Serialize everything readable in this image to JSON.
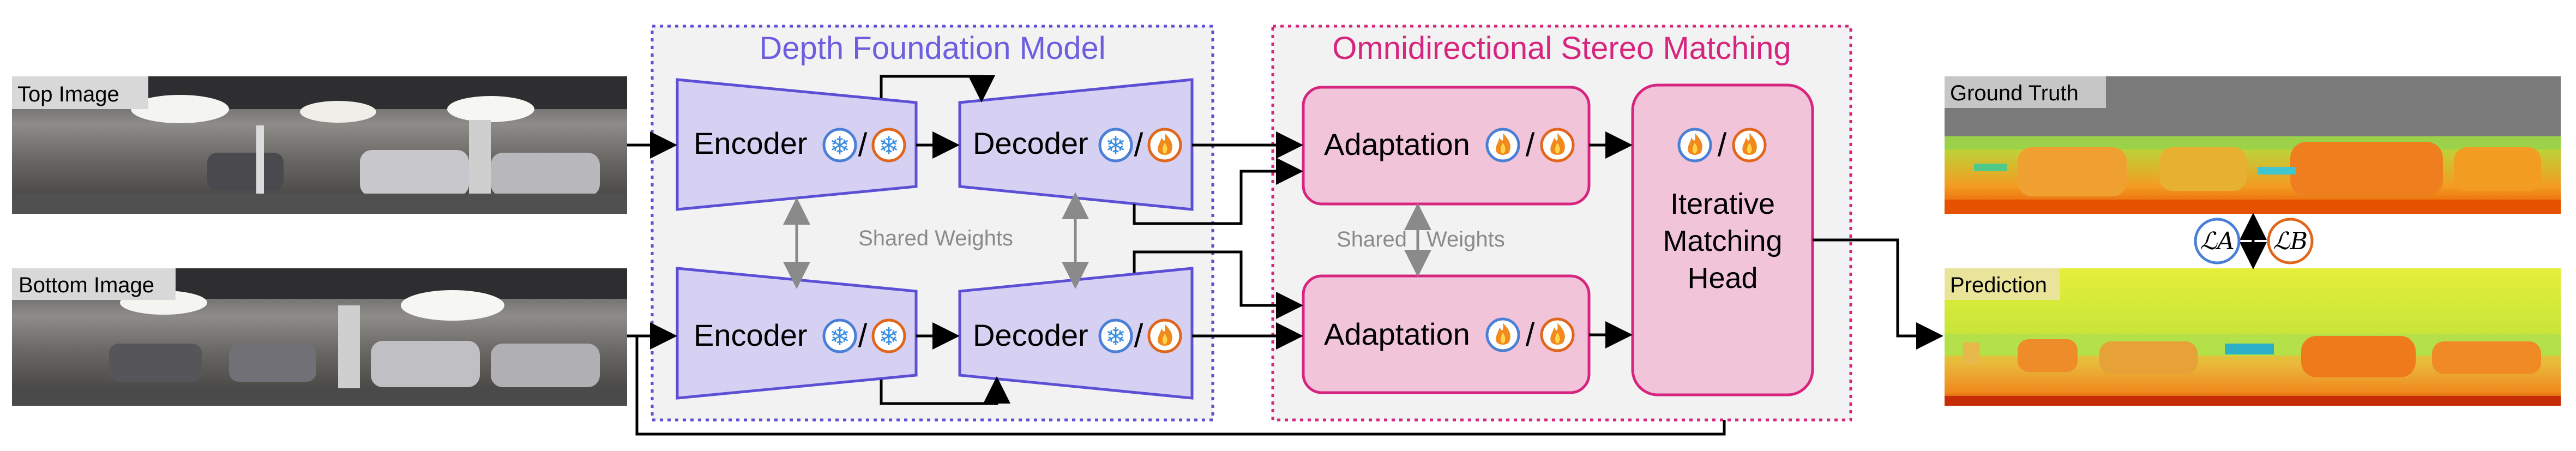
{
  "inputs": {
    "top_image_label": "Top Image",
    "bottom_image_label": "Bottom Image"
  },
  "dfm": {
    "title": "Depth Foundation Model",
    "encoder_label": "Encoder",
    "decoder_label": "Decoder",
    "shared_weights": "Shared Weights"
  },
  "osm": {
    "title": "Omnidirectional Stereo Matching",
    "adaptation_label": "Adaptation",
    "shared_weights_left": "Shared",
    "shared_weights_right": "Weights",
    "head_line1": "Iterative",
    "head_line2": "Matching",
    "head_line3": "Head"
  },
  "outputs": {
    "ground_truth_label": "Ground Truth",
    "prediction_label": "Prediction",
    "loss_a": "ℒA",
    "loss_b": "ℒB",
    "slash": "/"
  },
  "icons": {
    "frozen": "snowflake-icon",
    "trainable": "flame-icon"
  },
  "colors": {
    "dfm_border": "#5b4fd6",
    "dfm_fill": "#d6d0f2",
    "osm_border": "#d6257f",
    "osm_fill": "#f2c4da",
    "frozen_ring": "#4a7fd6",
    "trainable_ring": "#e0661c"
  }
}
